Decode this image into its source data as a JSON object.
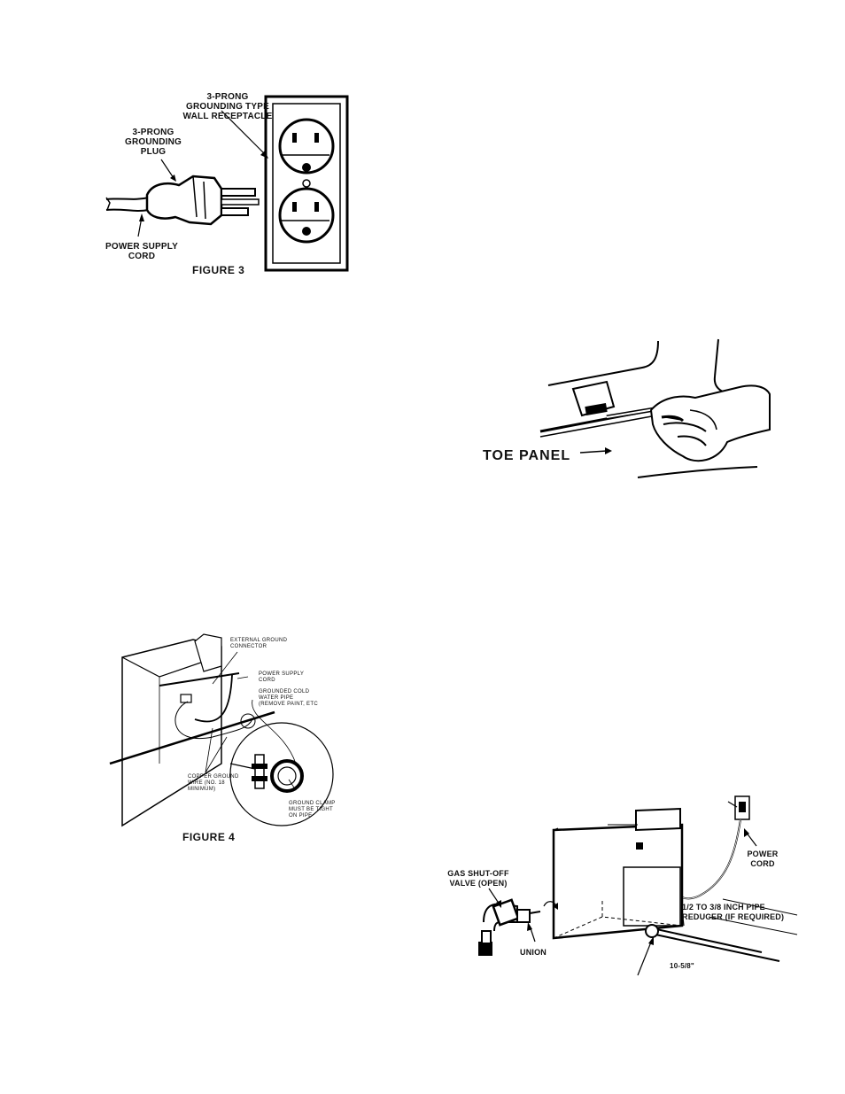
{
  "figure3": {
    "caption": "FIGURE 3",
    "label_receptacle": "3-PRONG\nGROUNDING TYPE\nWALL RECEPTACLE",
    "label_plug": "3-PRONG\nGROUNDING\nPLUG",
    "label_cord": "POWER SUPPLY\nCORD"
  },
  "toe_figure": {
    "label_toe": "TOE PANEL"
  },
  "figure4": {
    "caption": "FIGURE 4",
    "label_connector": "EXTERNAL GROUND\nCONNECTOR",
    "label_cord": "POWER SUPPLY\nCORD",
    "label_pipe": "GROUNDED COLD\nWATER PIPE\n(REMOVE PAINT, ETC",
    "label_wire": "COPPER GROUND\nWIRE (NO. 18\nMINIMUM)",
    "label_clamp": "GROUND CLAMP\nMUST BE TIGHT\nON PIPE"
  },
  "gas_figure": {
    "label_power": "POWER\nCORD",
    "label_valve": "GAS SHUT-OFF\nVALVE (OPEN)",
    "label_reducer": "1/2 TO 3/8 INCH PIPE\nREDUCER (IF REQUIRED)",
    "label_union": "UNION",
    "label_dimension": "10-5/8\""
  }
}
